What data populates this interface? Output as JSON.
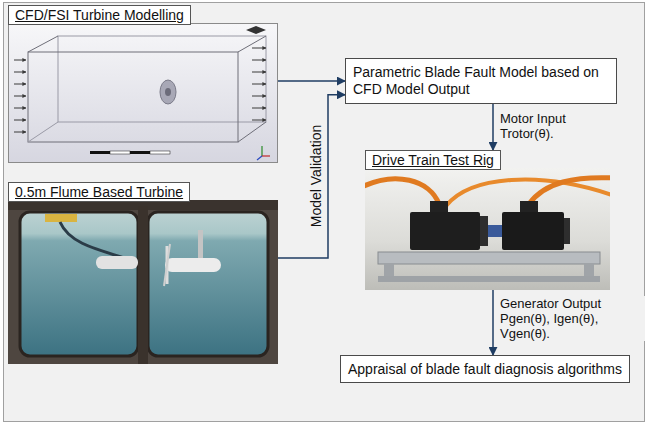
{
  "diagram": {
    "nodes": [
      {
        "text": [
          "CFD/FSI Turbine Modelling"
        ]
      },
      {
        "text": [
          "0.5m Flume Based Turbine"
        ]
      },
      {
        "text": [
          "Parametric Blade Fault Model based on CFD Model Output"
        ]
      },
      {
        "text": [
          "Drive Train Test Rig"
        ]
      },
      {
        "text": [
          "Appraisal of blade fault diagnosis algorithms"
        ]
      }
    ],
    "edges": [
      {
        "from": 0,
        "to": 2,
        "arrow": "to"
      },
      {
        "from": 1,
        "to": 2,
        "label": "Model Validation",
        "arrow": "to"
      },
      {
        "from": 2,
        "to": 3,
        "label": "Motor Input Trotor(θ).",
        "arrow": "to"
      },
      {
        "from": 3,
        "to": 4,
        "label": "Generator Output Pgen(θ), Igen(θ), Vgen(θ).",
        "arrow": "to"
      }
    ]
  }
}
